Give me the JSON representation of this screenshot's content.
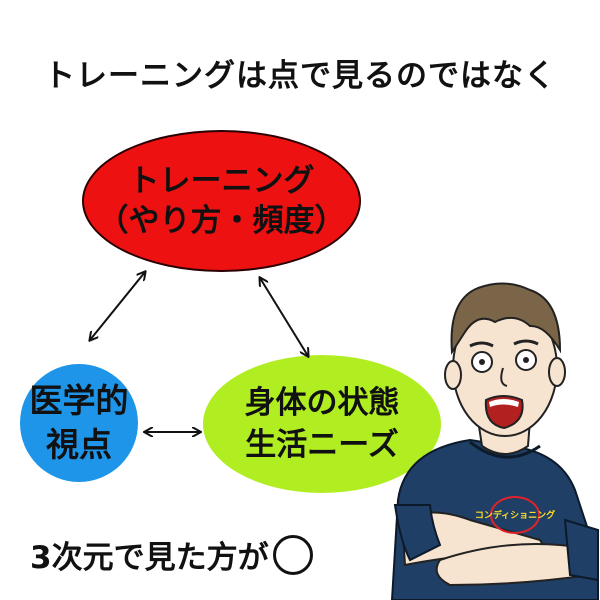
{
  "heading": "トレーニングは点で見るのではなく",
  "nodes": {
    "training": {
      "line1": "トレーニング",
      "line2": "（やり方・頻度）",
      "color": "#ee1111"
    },
    "medical": {
      "line1": "医学的",
      "line2": "視点",
      "color": "#1e95e8"
    },
    "body": {
      "line1": "身体の状態",
      "line2": "生活ニーズ",
      "color": "#b0ee22"
    }
  },
  "conclusion": {
    "text": "3次元で見た方が",
    "mark": "circle"
  },
  "illustration": {
    "shirt_logo": "コンディショニング",
    "shirt_color": "#1f3f66"
  }
}
